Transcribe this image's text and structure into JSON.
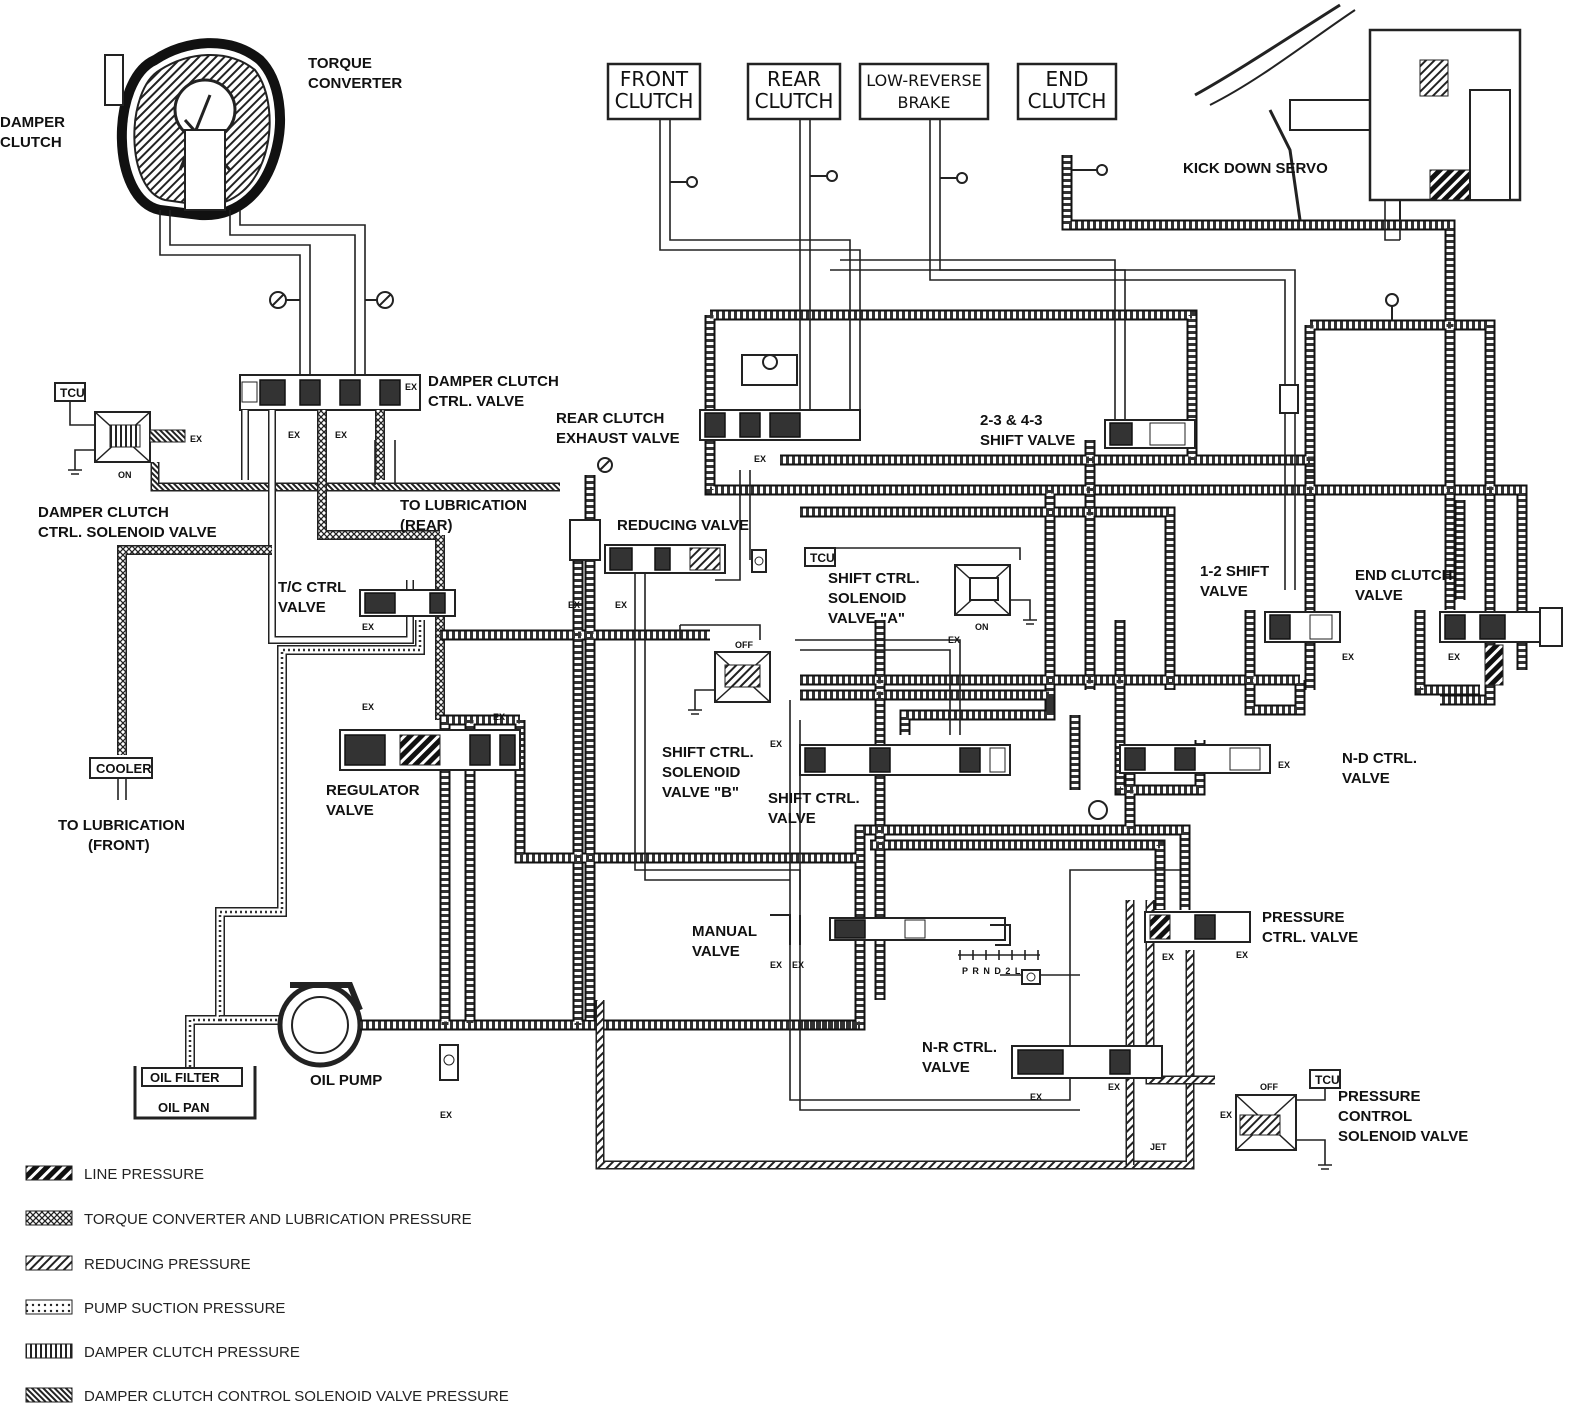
{
  "labels": {
    "torque_converter": [
      "TORQUE",
      "CONVERTER"
    ],
    "damper_clutch": [
      "DAMPER",
      "CLUTCH"
    ],
    "tcu": "TCU",
    "on": "ON",
    "off": "OFF",
    "ex": "EX",
    "damper_clutch_ctrl_solenoid": [
      "DAMPER CLUTCH",
      "CTRL. SOLENOID VALVE"
    ],
    "damper_clutch_ctrl_valve": [
      "DAMPER CLUTCH",
      "CTRL. VALVE"
    ],
    "to_lubrication_rear": [
      "TO LUBRICATION",
      "(REAR)"
    ],
    "tc_ctrl_valve": [
      "T/C CTRL",
      "VALVE"
    ],
    "cooler": "COOLER",
    "to_lubrication_front": [
      "TO LUBRICATION",
      "(FRONT)"
    ],
    "regulator_valve": [
      "REGULATOR",
      "VALVE"
    ],
    "oil_filter": "OIL FILTER",
    "oil_pan": "OIL PAN",
    "oil_pump": "OIL PUMP",
    "front_clutch": [
      "FRONT",
      "CLUTCH"
    ],
    "rear_clutch": [
      "REAR",
      "CLUTCH"
    ],
    "low_reverse_brake": [
      "LOW-REVERSE",
      "BRAKE"
    ],
    "end_clutch": [
      "END",
      "CLUTCH"
    ],
    "kick_down_servo": "KICK DOWN SERVO",
    "rear_clutch_exhaust_valve": [
      "REAR CLUTCH",
      "EXHAUST VALVE"
    ],
    "reducing_valve": "REDUCING VALVE",
    "shift_valve_23_43": [
      "2-3 & 4-3",
      "SHIFT VALVE"
    ],
    "shift_ctrl_solenoid_a": [
      "SHIFT CTRL.",
      "SOLENOID",
      "VALVE \"A\""
    ],
    "shift_valve_12": [
      "1-2 SHIFT",
      "VALVE"
    ],
    "end_clutch_valve": [
      "END CLUTCH",
      "VALVE"
    ],
    "shift_ctrl_solenoid_b": [
      "SHIFT CTRL.",
      "SOLENOID",
      "VALVE \"B\""
    ],
    "shift_ctrl_valve": [
      "SHIFT CTRL.",
      "VALVE"
    ],
    "nd_ctrl_valve": [
      "N-D CTRL.",
      "VALVE"
    ],
    "manual_valve": [
      "MANUAL",
      "VALVE"
    ],
    "prndl": "P R N D 2 L",
    "pressure_ctrl_valve": [
      "PRESSURE",
      "CTRL. VALVE"
    ],
    "nr_ctrl_valve": [
      "N-R CTRL.",
      "VALVE"
    ],
    "pressure_control_solenoid": [
      "PRESSURE",
      "CONTROL",
      "SOLENOID VALVE"
    ],
    "jet": "JET"
  },
  "legend": [
    {
      "pattern": "line",
      "text": "LINE PRESSURE"
    },
    {
      "pattern": "crosshatch",
      "text": "TORQUE CONVERTER AND LUBRICATION PRESSURE"
    },
    {
      "pattern": "diagonal",
      "text": "REDUCING PRESSURE"
    },
    {
      "pattern": "dotted",
      "text": "PUMP SUCTION PRESSURE"
    },
    {
      "pattern": "vertical",
      "text": "DAMPER CLUTCH PRESSURE"
    },
    {
      "pattern": "dense",
      "text": "DAMPER CLUTCH CONTROL SOLENOID VALVE PRESSURE"
    }
  ]
}
